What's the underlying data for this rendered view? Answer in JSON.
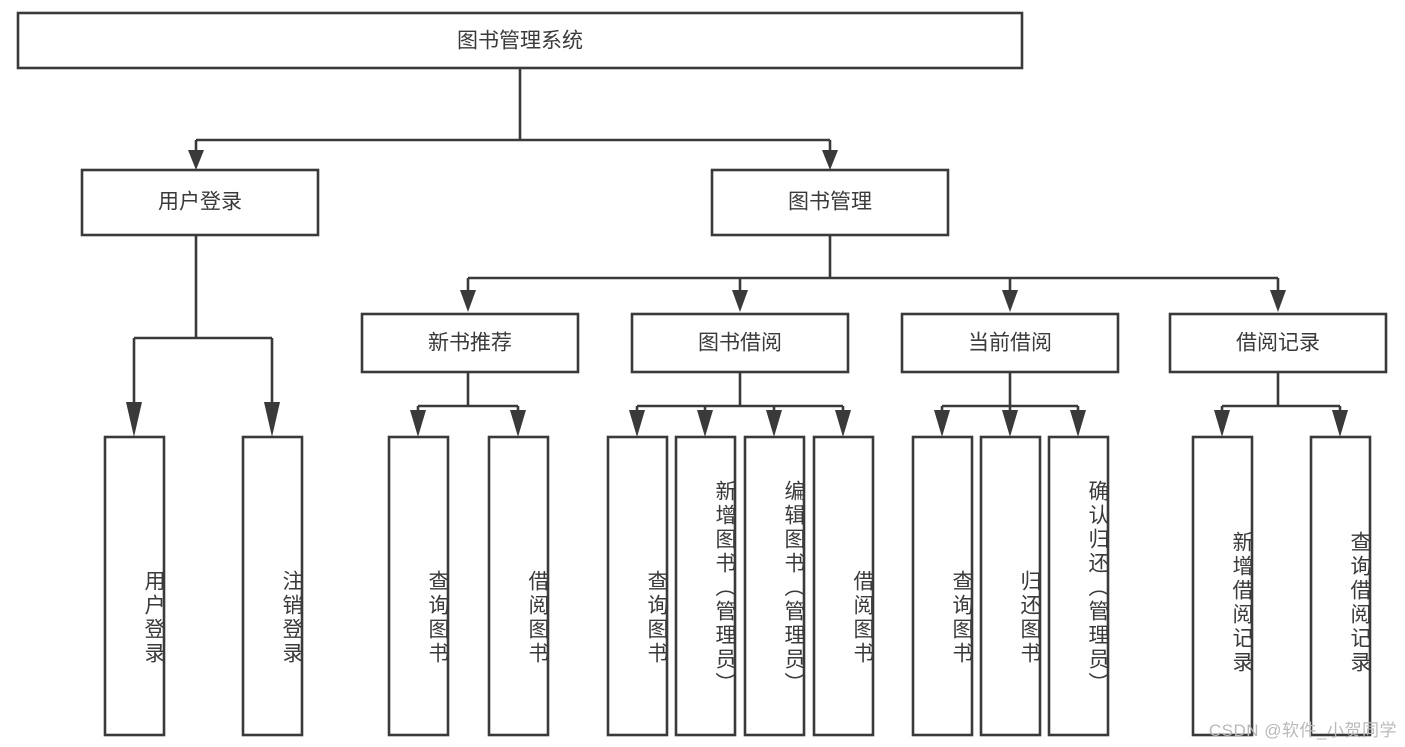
{
  "diagram": {
    "title": "图书管理系统",
    "type": "tree-hierarchy-diagram",
    "root": {
      "label": "图书管理系统"
    },
    "level2": [
      {
        "label": "用户登录"
      },
      {
        "label": "图书管理"
      }
    ],
    "level3": [
      {
        "label": "新书推荐"
      },
      {
        "label": "图书借阅"
      },
      {
        "label": "当前借阅"
      },
      {
        "label": "借阅记录"
      }
    ],
    "leaves": {
      "user_login": [
        {
          "label": "用户登录"
        },
        {
          "label": "注销登录"
        }
      ],
      "new_book_recommend": [
        {
          "label": "查询图书"
        },
        {
          "label": "借阅图书"
        }
      ],
      "book_borrow": [
        {
          "label": "查询图书"
        },
        {
          "label": "新增图书（管理员）"
        },
        {
          "label": "编辑图书（管理员）"
        },
        {
          "label": "借阅图书"
        }
      ],
      "current_borrow": [
        {
          "label": "查询图书"
        },
        {
          "label": "归还图书"
        },
        {
          "label": "确认归还（管理员）"
        }
      ],
      "borrow_record": [
        {
          "label": "新增借阅记录"
        },
        {
          "label": "查询借阅记录"
        }
      ]
    },
    "watermark": "CSDN @软件_小贺同学",
    "colors": {
      "stroke": "#3a3a3a",
      "box_fill": "#ffffff",
      "text": "#3a3a3a",
      "watermark": "#b9b9b9",
      "background": "#ffffff"
    }
  }
}
